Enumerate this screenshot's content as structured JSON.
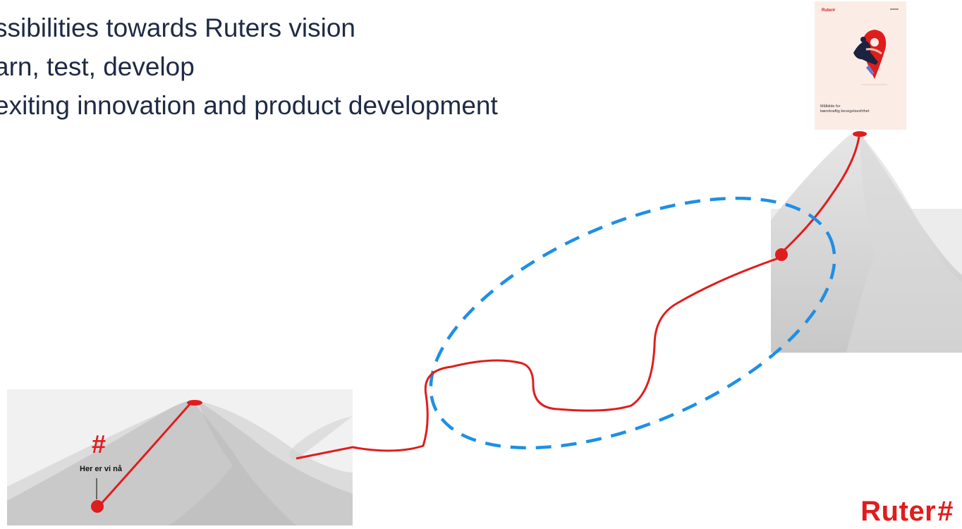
{
  "bullets": [
    "ssibilities towards Ruters vision",
    "arn, test, develop",
    "exiting innovation and product development"
  ],
  "left_scene": {
    "hash_symbol": "#",
    "marker_label": "Her er vi nå"
  },
  "cover": {
    "brand": "Ruter#",
    "title": "Målbilde for",
    "subtitle": "bærekraftig bevegelsesfrihet"
  },
  "logo": {
    "text": "Ruter",
    "hash": "#"
  },
  "colors": {
    "path_red": "#e01d1d",
    "dashed_blue": "#1e8fe6",
    "text_dark": "#1f2a44"
  }
}
